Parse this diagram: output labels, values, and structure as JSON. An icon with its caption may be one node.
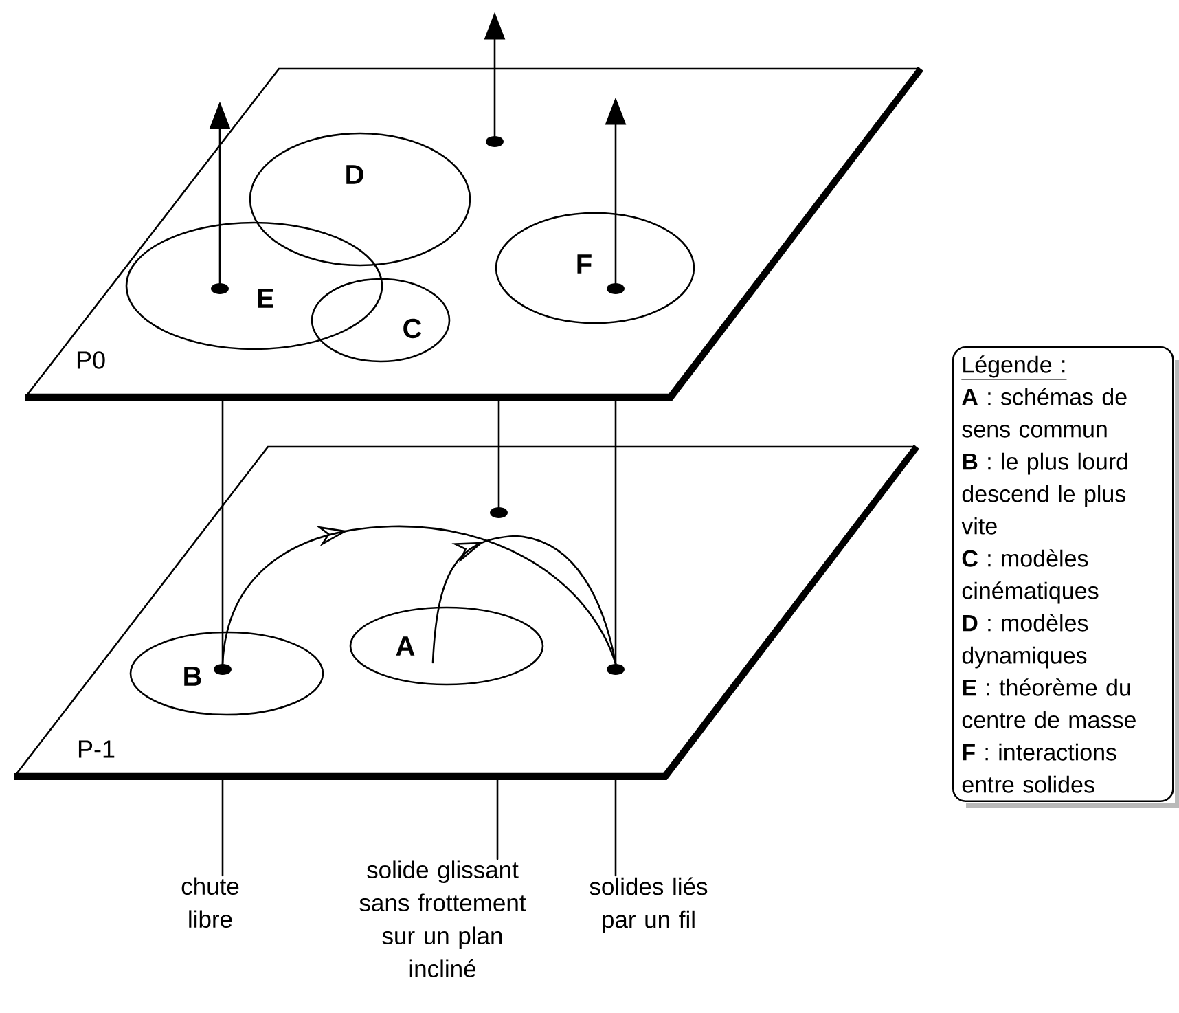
{
  "diagram": {
    "nodes": [
      {
        "text": [
          "P0"
        ]
      },
      {
        "text": [
          "D"
        ],
        "in": 0
      },
      {
        "text": [
          "E"
        ],
        "in": 0
      },
      {
        "text": [
          "C"
        ],
        "in": 0
      },
      {
        "text": [
          "F"
        ],
        "in": 0
      },
      {
        "text": [],
        "shape": "circle",
        "in": 0
      },
      {
        "text": [],
        "shape": "circle",
        "in": 2
      },
      {
        "text": [],
        "shape": "circle",
        "in": 4
      },
      {
        "text": [
          "P-1"
        ]
      },
      {
        "text": [
          "B"
        ],
        "in": 8
      },
      {
        "text": [
          "A"
        ],
        "in": 8
      },
      {
        "text": [],
        "shape": "circle",
        "in": 9
      },
      {
        "text": [],
        "shape": "circle",
        "in": 8
      },
      {
        "text": [],
        "shape": "circle",
        "in": 8
      },
      {
        "text": [
          "Légende :",
          "**A** : schémas de sens commun",
          "**B** : le plus lourd descend le plus vite",
          "**C** : modèles cinématiques",
          "**D** : modèles dynamiques",
          "**E** : théorème du centre de masse",
          "**F** : interactions entre solides"
        ]
      },
      {
        "text": [
          "chute libre"
        ]
      },
      {
        "text": [
          "solide glissant sans frottement sur un plan incliné"
        ]
      },
      {
        "text": [
          "solides liés par un fil"
        ]
      }
    ],
    "edges": [
      {
        "from": 6,
        "to": null,
        "arrow": "to"
      },
      {
        "from": 5,
        "to": null,
        "arrow": "to"
      },
      {
        "from": 7,
        "to": null,
        "arrow": "to"
      },
      {
        "from": 11,
        "to": 0,
        "arrow": "none"
      },
      {
        "from": 12,
        "to": 0,
        "arrow": "none"
      },
      {
        "from": 13,
        "to": 0,
        "arrow": "none"
      },
      {
        "from": 15,
        "to": 8,
        "arrow": "none"
      },
      {
        "from": 16,
        "to": 8,
        "arrow": "none"
      },
      {
        "from": 17,
        "to": 8,
        "arrow": "none"
      },
      {
        "from": 11,
        "to": 13,
        "arrow": "to"
      },
      {
        "from": 10,
        "to": 13,
        "arrow": "to"
      }
    ]
  }
}
